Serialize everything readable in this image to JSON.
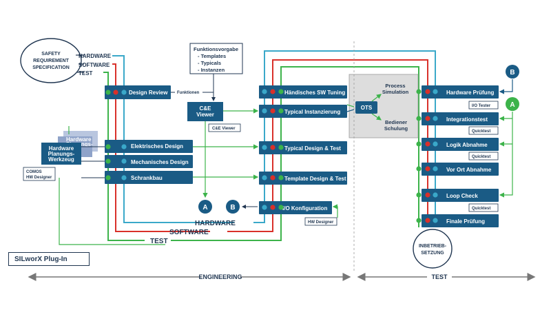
{
  "colors": {
    "navy": "#1a5b85",
    "dark": "#1f3550",
    "hardware": "#3aa8c9",
    "software": "#d9302a",
    "test": "#3cb34a",
    "ots_bg": "#dddddd"
  },
  "safety": {
    "line1": "SAFETY",
    "line2": "REQUIREMENT",
    "line3": "SPECIFICATION"
  },
  "streams_top": {
    "hardware": "HARDWARE",
    "software": "SOFTWARE",
    "test": "TEST"
  },
  "streams_bottom": {
    "hardware": "HARDWARE",
    "software": "SOFTWARE",
    "test": "TEST"
  },
  "funktionsvorgabe": {
    "title": "Funktionsvorgabe",
    "items": [
      "- Templates",
      "- Typicals",
      "- Instanzen"
    ]
  },
  "boxes": {
    "design_review": "Design Review",
    "elektrisches": "Elektrisches Design",
    "mechanisches": "Mechanisches Design",
    "schrankbau": "Schrankbau",
    "haendisches": "Händisches SW Tuning",
    "typical_inst": "Typical Instanzierung",
    "typical_design": "Typical Design & Test",
    "template_design": "Template Design & Test",
    "io_konfig": "I/O Konfiguration",
    "hw_pruefung": "Hardware Prüfung",
    "integrationstest": "Integrationstest",
    "logik": "Logik Abnahme",
    "vor_ort": "Vor Ort Abnahme",
    "loop": "Loop  Check",
    "finale": "Finale Prüfung"
  },
  "ce_viewer": {
    "line1": "C&E",
    "line2": "Viewer",
    "label": "C&E Viewer"
  },
  "funktionen_label": "Funktionen",
  "hw_planung": {
    "back1": "Hardware",
    "back2": "Planungs-",
    "line1": "Hardware",
    "line2": "Planungs-",
    "line3": "Werkzeug"
  },
  "comos": {
    "line1": "COMOS",
    "line2": "HW Designer"
  },
  "hw_designer_label": "HW Designer",
  "ots": {
    "label": "OTS",
    "process1": "Process",
    "process2": "Simulation",
    "bediener1": "Bediener",
    "bediener2": "Schulung"
  },
  "tags": {
    "io_tester": "I/O Tester",
    "quicktest1": "Quicktest",
    "quicktest2": "Quicktest",
    "quicktest3": "Quicktest"
  },
  "circles": {
    "a": "A",
    "b": "B"
  },
  "inbetrieb": {
    "line1": "INBETRIEB-",
    "line2": "SETZUNG"
  },
  "plugin": "SILworX Plug-In",
  "phases": {
    "engineering": "ENGINEERING",
    "test": "TEST"
  }
}
